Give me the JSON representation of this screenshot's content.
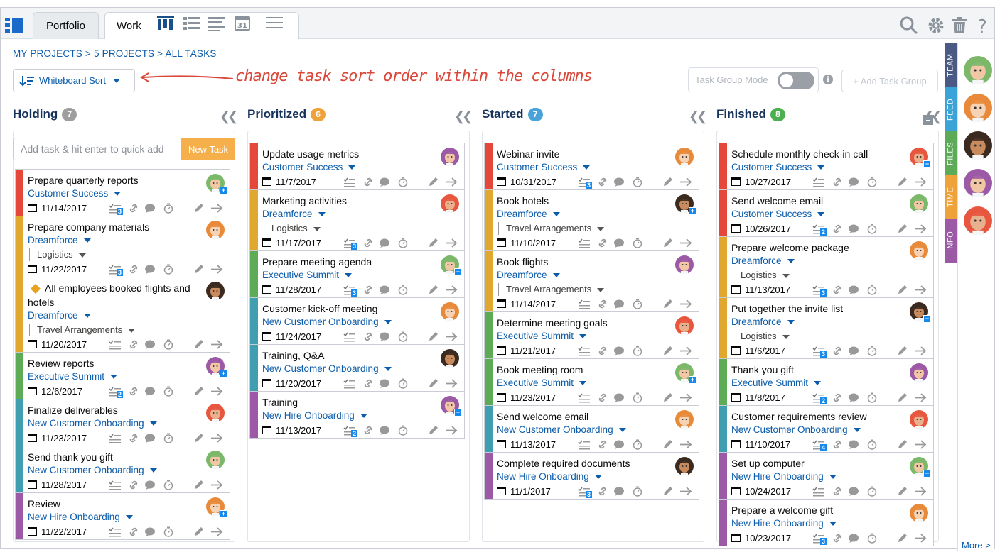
{
  "tabs": {
    "portfolio": "Portfolio",
    "work": "Work"
  },
  "breadcrumb": "MY PROJECTS > 5 PROJECTS > ALL TASKS",
  "sort_button": "Whiteboard Sort",
  "annotation": "change task sort order within the columns",
  "task_group_mode": "Task Group Mode",
  "add_task_group": "+ Add Task Group",
  "quick_add_placeholder": "Add task & hit enter to quick add",
  "new_task": "New Task",
  "side_tabs": [
    "TEAM",
    "FEED",
    "FILES",
    "TIME",
    "INFO"
  ],
  "more_link": "More >",
  "colors": {
    "red": "#e5483a",
    "yellow": "#e0a82e",
    "green": "#5dab57",
    "teal": "#3f9fb0",
    "purple": "#9b59a6",
    "accent": "#0b5cab"
  },
  "columns": [
    {
      "title": "Holding",
      "count": "7",
      "badge_color": "#9e9e9e",
      "tasks": [
        {
          "name": "Prepare quarterly reports",
          "project": "Customer Success",
          "date": "11/14/2017",
          "color": "red",
          "checklist": "3"
        },
        {
          "name": "Prepare company materials",
          "project": "Dreamforce",
          "group": "Logistics",
          "date": "11/22/2017",
          "color": "yellow",
          "checklist": "3"
        },
        {
          "name": "All employees booked flights and hotels",
          "project": "Dreamforce",
          "group": "Travel Arrangements",
          "date": "11/20/2017",
          "color": "yellow",
          "milestone": true
        },
        {
          "name": "Review reports",
          "project": "Executive Summit",
          "date": "12/6/2017",
          "color": "green",
          "checklist": "2"
        },
        {
          "name": "Finalize deliverables",
          "project": "New Customer Onboarding",
          "date": "11/23/2017",
          "color": "teal"
        },
        {
          "name": "Send thank you gift",
          "project": "New Customer Onboarding",
          "date": "11/28/2017",
          "color": "teal"
        },
        {
          "name": "Review",
          "project": "New Hire Onboarding",
          "date": "11/22/2017",
          "color": "purple"
        }
      ]
    },
    {
      "title": "Prioritized",
      "count": "6",
      "badge_color": "#f0a23a",
      "tasks": [
        {
          "name": "Update usage metrics",
          "project": "Customer Success",
          "date": "11/7/2017",
          "color": "red"
        },
        {
          "name": "Marketing activities",
          "project": "Dreamforce",
          "group": "Logistics",
          "date": "11/17/2017",
          "color": "yellow",
          "checklist": "3"
        },
        {
          "name": "Prepare meeting agenda",
          "project": "Executive Summit",
          "date": "11/28/2017",
          "color": "green",
          "checklist": "3"
        },
        {
          "name": "Customer kick-off meeting",
          "project": "New Customer Onboarding",
          "date": "11/24/2017",
          "color": "teal"
        },
        {
          "name": "Training, Q&A",
          "project": "New Customer Onboarding",
          "date": "11/20/2017",
          "color": "teal"
        },
        {
          "name": "Training",
          "project": "New Hire Onboarding",
          "date": "11/13/2017",
          "color": "purple",
          "checklist": "2"
        }
      ]
    },
    {
      "title": "Started",
      "count": "7",
      "badge_color": "#4aa3d8",
      "tasks": [
        {
          "name": "Webinar invite",
          "project": "Customer Success",
          "date": "10/31/2017",
          "color": "red",
          "checklist": "3"
        },
        {
          "name": "Book hotels",
          "project": "Dreamforce",
          "group": "Travel Arrangements",
          "date": "11/10/2017",
          "color": "yellow"
        },
        {
          "name": "Book flights",
          "project": "Dreamforce",
          "group": "Travel Arrangements",
          "date": "11/14/2017",
          "color": "yellow"
        },
        {
          "name": "Determine meeting goals",
          "project": "Executive Summit",
          "date": "11/21/2017",
          "color": "green"
        },
        {
          "name": "Book meeting room",
          "project": "Executive Summit",
          "date": "11/23/2017",
          "color": "green"
        },
        {
          "name": "Send welcome email",
          "project": "New Customer Onboarding",
          "date": "11/13/2017",
          "color": "teal"
        },
        {
          "name": "Complete required documents",
          "project": "New Hire Onboarding",
          "date": "11/1/2017",
          "color": "purple",
          "checklist": "3"
        }
      ]
    },
    {
      "title": "Finished",
      "count": "8",
      "badge_color": "#4caf50",
      "tasks": [
        {
          "name": "Schedule monthly check-in call",
          "project": "Customer Success",
          "date": "10/27/2017",
          "color": "red"
        },
        {
          "name": "Send welcome email",
          "project": "Customer Success",
          "date": "10/26/2017",
          "color": "red",
          "checklist": "2"
        },
        {
          "name": "Prepare welcome package",
          "project": "Dreamforce",
          "group": "Logistics",
          "date": "11/13/2017",
          "color": "yellow",
          "checklist": "3"
        },
        {
          "name": "Put together the invite list",
          "project": "Dreamforce",
          "group": "Logistics",
          "date": "11/6/2017",
          "color": "yellow",
          "checklist": "3"
        },
        {
          "name": "Thank you gift",
          "project": "Executive Summit",
          "date": "11/8/2017",
          "color": "green",
          "checklist": "2"
        },
        {
          "name": "Customer requirements review",
          "project": "New Customer Onboarding",
          "date": "11/10/2017",
          "color": "teal",
          "checklist": "4"
        },
        {
          "name": "Set up computer",
          "project": "New Hire Onboarding",
          "date": "10/24/2017",
          "color": "purple"
        },
        {
          "name": "Prepare a welcome gift",
          "project": "New Hire Onboarding",
          "date": "10/23/2017",
          "color": "purple",
          "checklist": "3"
        }
      ]
    }
  ]
}
